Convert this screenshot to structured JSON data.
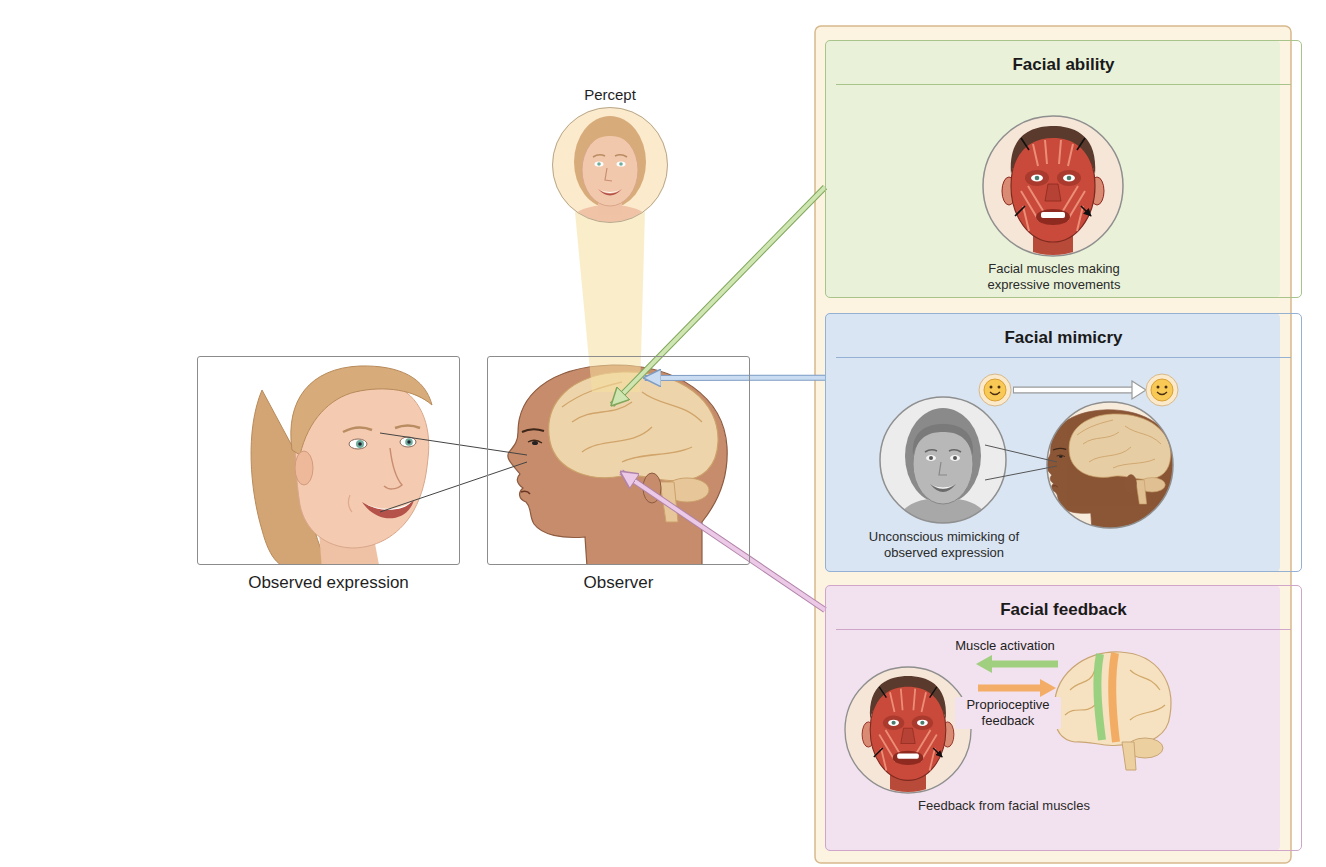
{
  "diagram": {
    "nodes": [
      {
        "text": [
          "Observed expression"
        ]
      },
      {
        "text": [
          "Observer"
        ]
      },
      {
        "text": [
          "Percept"
        ]
      },
      {
        "text": [
          "Facial ability",
          "Facial muscles making expressive movements"
        ]
      },
      {
        "text": [
          "Facial mimicry",
          "Unconscious mimicking of observed expression"
        ]
      },
      {
        "text": [
          "Facial feedback",
          "Feedback from facial muscles"
        ]
      }
    ],
    "edges": [
      {
        "from": 3,
        "to": 1,
        "arrow": "to"
      },
      {
        "from": 4,
        "to": 1,
        "arrow": "to"
      },
      {
        "from": 5,
        "to": 1,
        "arrow": "to"
      }
    ],
    "labels": [
      "Muscle activation",
      "Proprioceptive feedback"
    ]
  }
}
